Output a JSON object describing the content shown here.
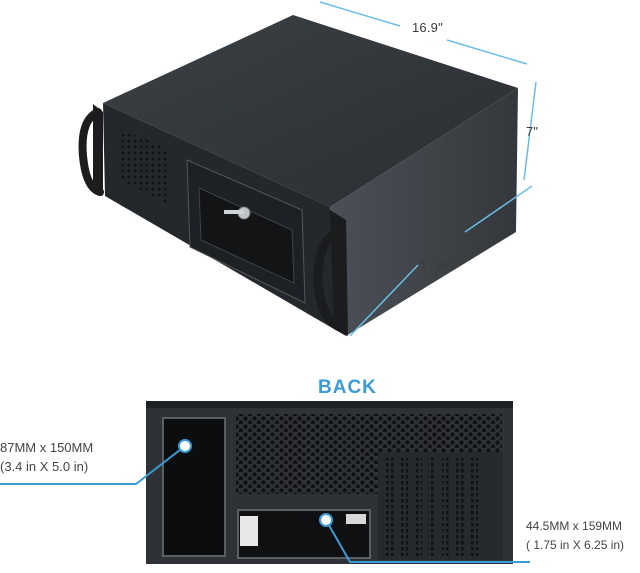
{
  "dimensions": {
    "width": "16.9\"",
    "height": "7\"",
    "depth": "17.8\""
  },
  "back_section": {
    "title": "BACK"
  },
  "psu_bay": {
    "line1": "87MM x 150MM",
    "line2": "(3.4 in  X  5.0 in)"
  },
  "drive_bay": {
    "line1": "44.5MM x 159MM",
    "line2": "( 1.75 in  X  6.25 in)"
  },
  "colors": {
    "accent": "#3a9bd7",
    "chassis": "#2c3034",
    "text": "#3a3a3a"
  }
}
